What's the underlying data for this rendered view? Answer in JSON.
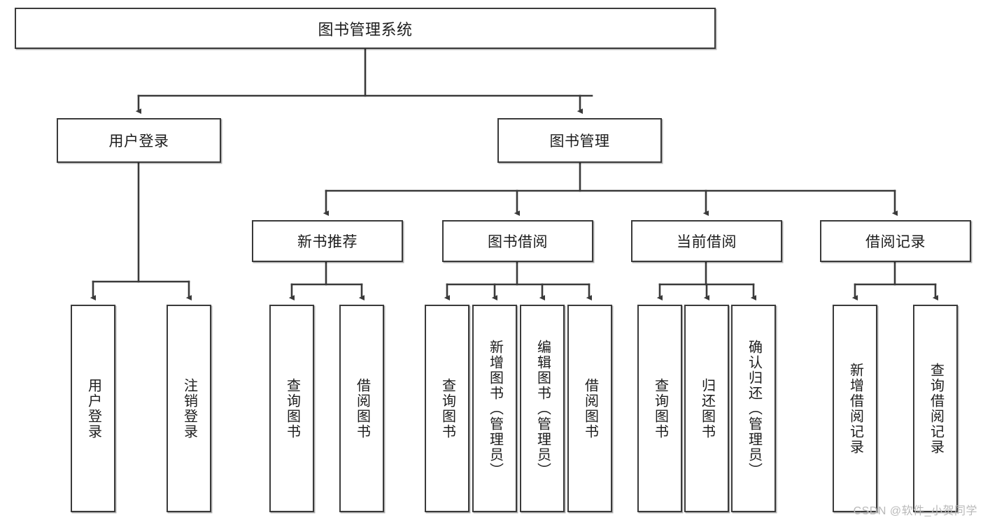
{
  "diagram": {
    "title": "图书管理系统",
    "type": "tree-hierarchy",
    "watermark": "CSDN @软件_小贺同学",
    "colors": {
      "box_border": "#3a3a3a",
      "box_fill": "#ffffff",
      "edge": "#3a3a3a",
      "text": "#1c1c1c",
      "watermark": "#b9b9b9"
    },
    "nodes": {
      "root": {
        "label": "图书管理系统"
      },
      "level2": [
        {
          "label": "用户登录"
        },
        {
          "label": "图书管理"
        }
      ],
      "level3": [
        {
          "label": "新书推荐"
        },
        {
          "label": "图书借阅"
        },
        {
          "label": "当前借阅"
        },
        {
          "label": "借阅记录"
        }
      ],
      "leaves": {
        "user_login": [
          {
            "label": "用户登录"
          },
          {
            "label": "注销登录"
          }
        ],
        "new_book_recommend": [
          {
            "label": "查询图书"
          },
          {
            "label": "借阅图书"
          }
        ],
        "book_borrow": [
          {
            "label": "查询图书"
          },
          {
            "label": "新增图书（管理员）"
          },
          {
            "label": "编辑图书（管理员）"
          },
          {
            "label": "借阅图书"
          }
        ],
        "current_borrow": [
          {
            "label": "查询图书"
          },
          {
            "label": "归还图书"
          },
          {
            "label": "确认归还（管理员）"
          }
        ],
        "borrow_record": [
          {
            "label": "新增借阅记录"
          },
          {
            "label": "查询借阅记录"
          }
        ]
      }
    }
  }
}
